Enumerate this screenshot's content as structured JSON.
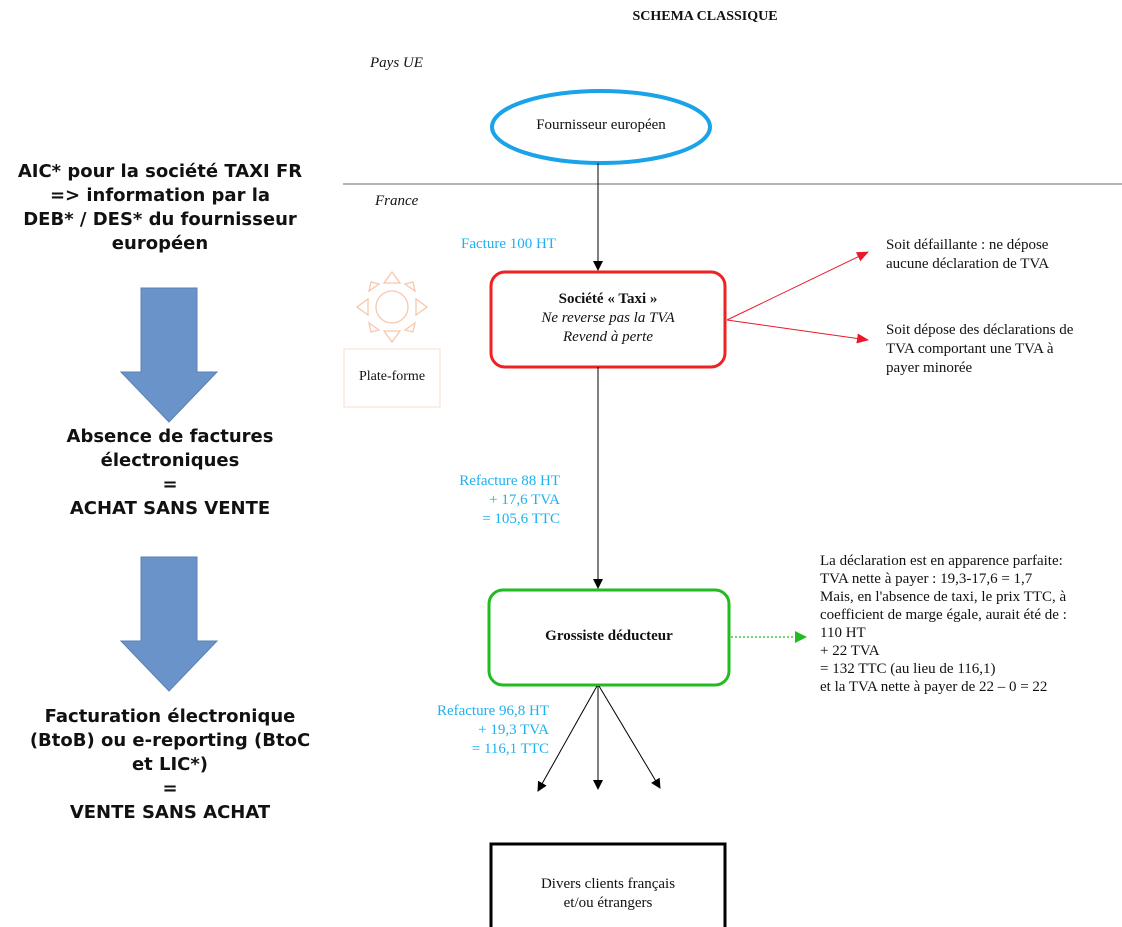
{
  "title": "SCHEMA CLASSIQUE",
  "zones": {
    "eu": "Pays UE",
    "france": "France"
  },
  "left": {
    "text1": [
      "AIC* pour la société TAXI FR",
      "=> information par la",
      "DEB* / DES* du fournisseur",
      "européen"
    ],
    "text2": [
      "Absence de factures",
      "électroniques",
      "=",
      "ACHAT SANS VENTE"
    ],
    "text3": [
      "Facturation électronique",
      "(BtoB) ou e-reporting (BtoC",
      "et LIC*)",
      "=",
      "VENTE SANS ACHAT"
    ]
  },
  "nodes": {
    "supplier": "Fournisseur européen",
    "taxi": {
      "title": "Société « Taxi »",
      "line2": "Ne reverse pas la TVA",
      "line3": "Revend à perte"
    },
    "wholesaler": "Grossiste déducteur",
    "clients": [
      "Divers clients français",
      "et/ou étrangers"
    ],
    "platform": "Plate-forme"
  },
  "flows": {
    "invoice1": "Facture 100 HT",
    "invoice2": [
      "Refacture 88 HT",
      "+ 17,6 TVA",
      "= 105,6 TTC"
    ],
    "invoice3": [
      "Refacture 96,8 HT",
      "+ 19,3 TVA",
      "= 116,1 TTC"
    ]
  },
  "outcomes": {
    "a": [
      "Soit défaillante : ne dépose",
      "aucune déclaration de TVA"
    ],
    "b": [
      "Soit dépose des déclarations de",
      "TVA comportant une TVA à",
      "payer minorée"
    ]
  },
  "note": [
    "La déclaration est en apparence parfaite:",
    "TVA nette à payer : 19,3-17,6 = 1,7",
    "Mais, en l'absence de taxi, le prix TTC, à",
    "coefficient de marge égale, aurait été de :",
    "110 HT",
    "+ 22 TVA",
    "= 132 TTC (au lieu de 116,1)",
    "et la TVA nette à payer de 22 – 0 = 22"
  ],
  "colors": {
    "supplier_border": "#1aa3e8",
    "taxi_border": "#ee2222",
    "wholesaler_border": "#22bb22",
    "flow_text": "#1fb0f0",
    "down_arrow": "#6a93c9",
    "sun": "#f6c8aa"
  }
}
